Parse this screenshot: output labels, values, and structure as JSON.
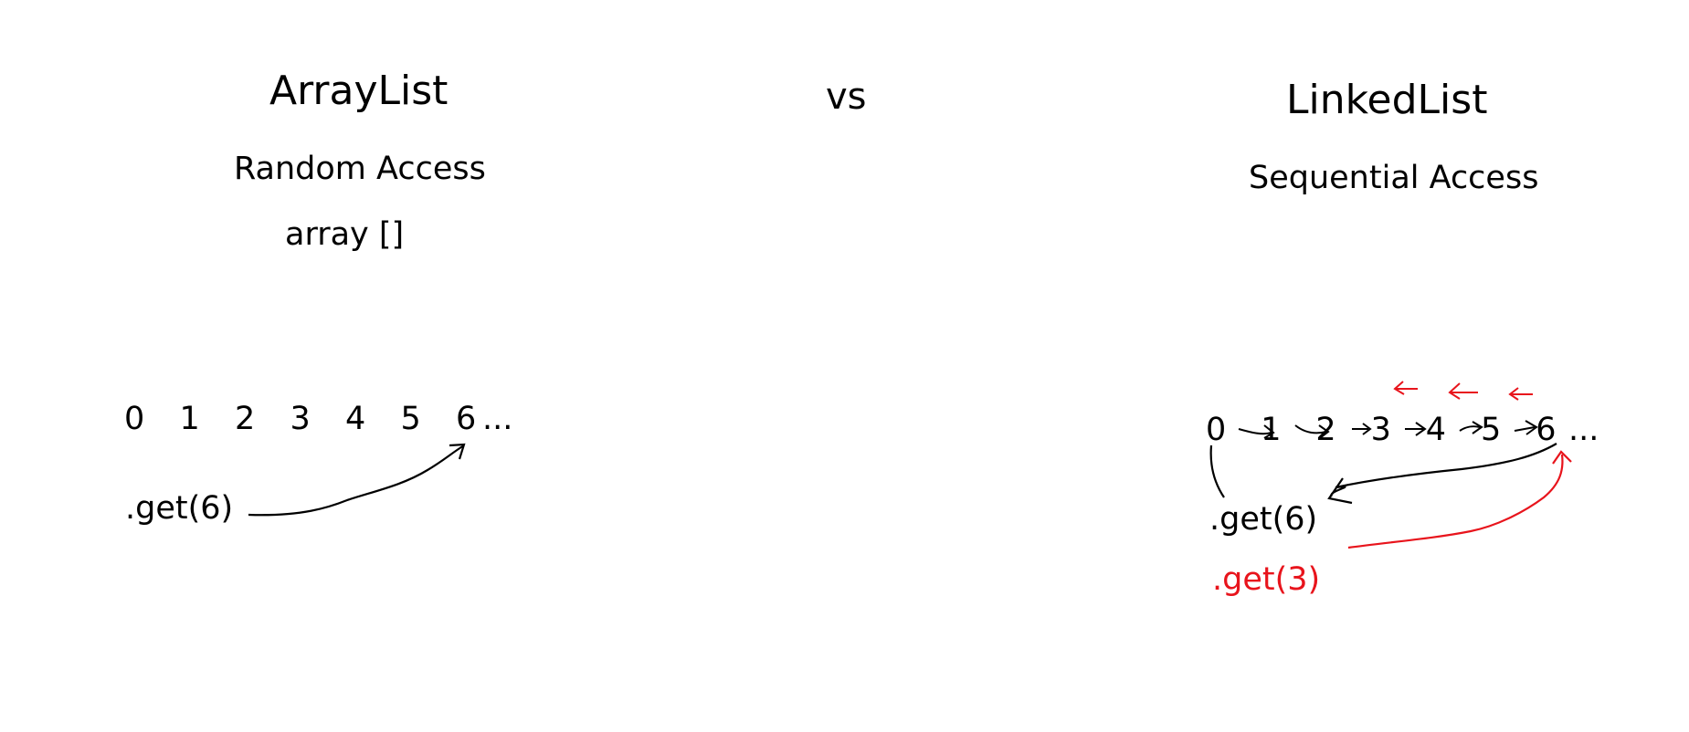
{
  "arraylist": {
    "title": "ArrayList",
    "subtitle": "Random Access",
    "structure": "array []",
    "indices": [
      "0",
      "1",
      "2",
      "3",
      "4",
      "5",
      "6"
    ],
    "ellipsis": "...",
    "call": ".get(6)"
  },
  "separator": "vs",
  "linkedlist": {
    "title": "LinkedList",
    "subtitle": "Sequential Access",
    "nodes": [
      "0",
      "1",
      "2",
      "3",
      "4",
      "5",
      "6"
    ],
    "ellipsis": "...",
    "call_black": ".get(6)",
    "call_red": ".get(3)"
  },
  "colors": {
    "ink": "#000000",
    "highlight": "#e8141c",
    "background": "#ffffff"
  }
}
